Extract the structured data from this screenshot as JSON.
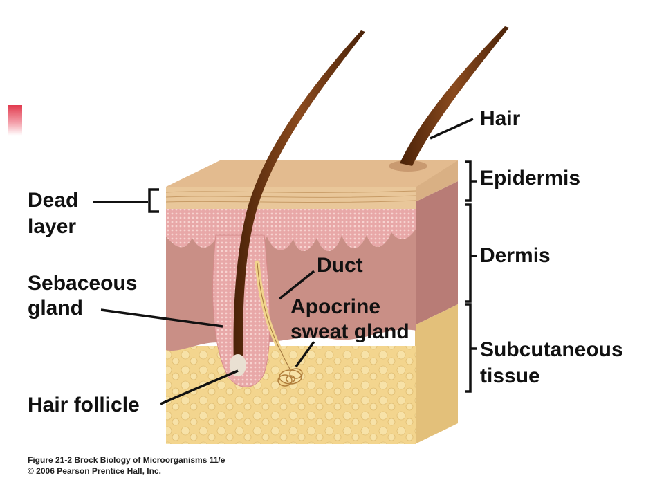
{
  "labels": {
    "hair": "Hair",
    "epidermis": "Epidermis",
    "dead_layer_1": "Dead",
    "dead_layer_2": "layer",
    "dermis": "Dermis",
    "duct": "Duct",
    "sebaceous_1": "Sebaceous",
    "sebaceous_2": "gland",
    "apocrine_1": "Apocrine",
    "apocrine_2": "sweat gland",
    "subcutaneous_1": "Subcutaneous",
    "subcutaneous_2": "tissue",
    "hair_follicle": "Hair follicle"
  },
  "caption": {
    "line1": "Figure 21-2  Brock Biology of Microorganisms 11/e",
    "line2": "© 2006 Pearson Prentice Hall, Inc."
  },
  "colors": {
    "accent": "#e23b4f",
    "epidermis": "#e9c79a",
    "dermis": "#c98f86",
    "subcutaneous": "#f3d58e",
    "hair": "#6b3410"
  }
}
